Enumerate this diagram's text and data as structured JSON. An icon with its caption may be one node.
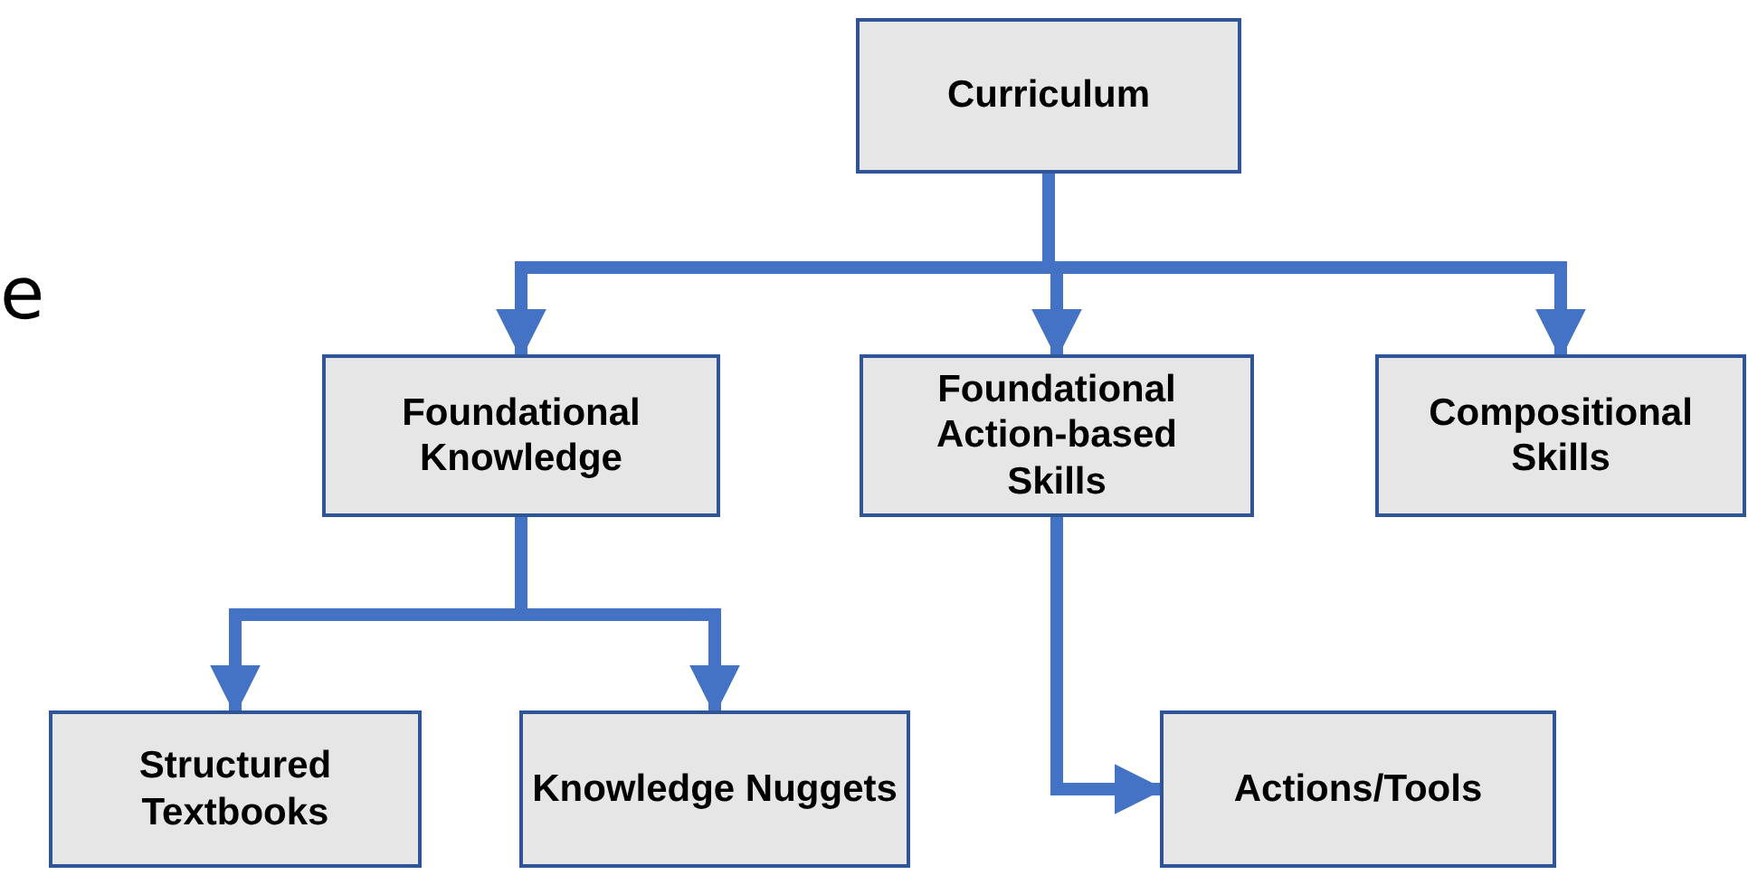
{
  "diagram": {
    "nodes": [
      {
        "text": [
          "Curriculum"
        ]
      },
      {
        "text": [
          "Foundational Knowledge"
        ]
      },
      {
        "text": [
          "Foundational Action-based Skills"
        ]
      },
      {
        "text": [
          "Compositional Skills"
        ]
      },
      {
        "text": [
          "Structured Textbooks"
        ]
      },
      {
        "text": [
          "Knowledge Nuggets"
        ]
      },
      {
        "text": [
          "Actions/Tools"
        ]
      }
    ],
    "edges": [
      {
        "from": 0,
        "to": 1,
        "arrow": "to"
      },
      {
        "from": 0,
        "to": 2,
        "arrow": "to"
      },
      {
        "from": 0,
        "to": 3,
        "arrow": "to"
      },
      {
        "from": 1,
        "to": 4,
        "arrow": "to"
      },
      {
        "from": 1,
        "to": 5,
        "arrow": "to"
      },
      {
        "from": 2,
        "to": 6,
        "arrow": "to"
      }
    ],
    "labels": [
      "e"
    ]
  }
}
